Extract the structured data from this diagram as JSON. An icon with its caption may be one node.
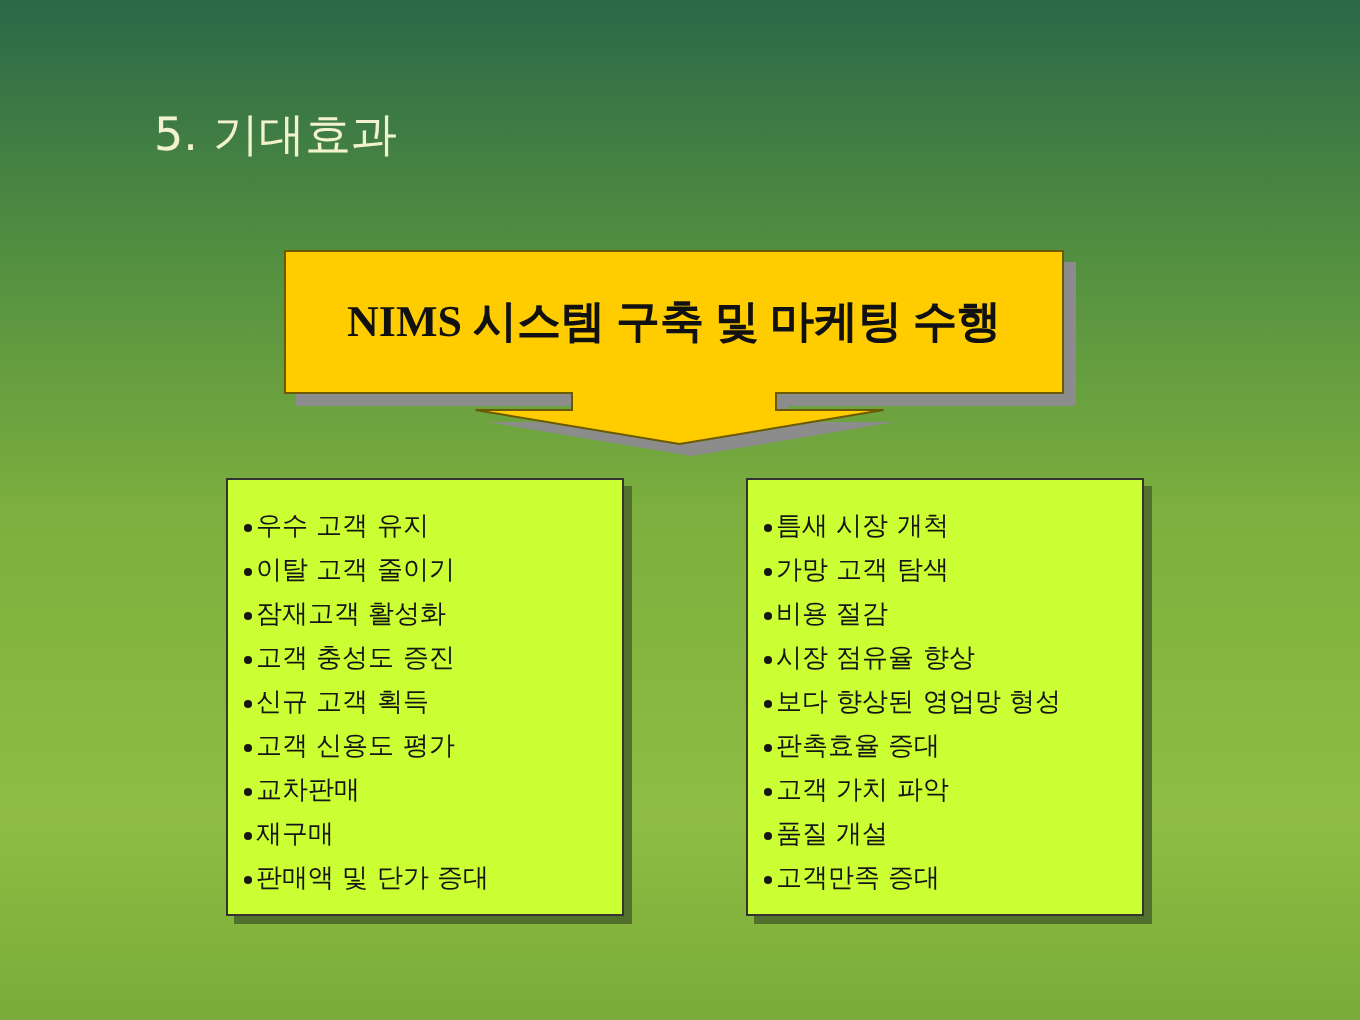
{
  "diagram": {
    "title": "5. 기대효과",
    "nodes": [
      {
        "text": [
          "NIMS 시스템 구축 및 마케팅 수행"
        ]
      },
      {
        "text": [
          "우수 고객 유지",
          "이탈 고객 줄이기",
          "잠재고객 활성화",
          "고객 충성도 증진",
          "신규 고객 획득",
          "고객 신용도 평가",
          "교차판매",
          "재구매",
          "판매액 및 단가 증대"
        ]
      },
      {
        "text": [
          "틈새 시장 개척",
          "가망 고객 탐색",
          "비용 절감",
          "시장 점유율 향상",
          "보다 향상된 영업망 형성",
          "판촉효율 증대",
          "고객 가치 파악",
          "품질 개설",
          "고객만족 증대"
        ]
      }
    ],
    "edges": [
      {
        "from": 0,
        "to": 1,
        "arrow": "to"
      },
      {
        "from": 0,
        "to": 2,
        "arrow": "to"
      }
    ]
  }
}
